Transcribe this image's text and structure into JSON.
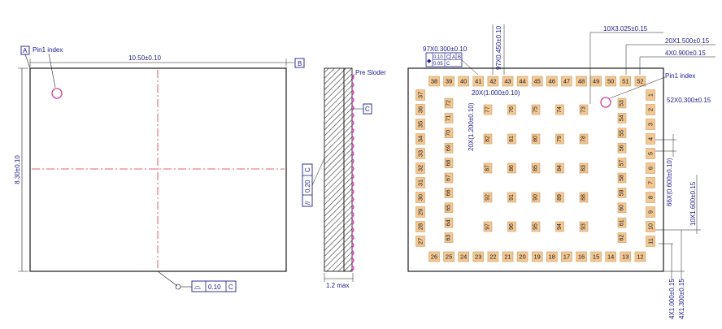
{
  "left_view": {
    "datum_a": "A",
    "datum_b": "B",
    "pin1_label": "Pin1 index",
    "width_dim": "10.50±0.10",
    "height_dim": "8.30±0.10",
    "flatness_symbol": "⌓",
    "flatness_value": "0.10",
    "flatness_datum": "C"
  },
  "side_view": {
    "pre_solder_label": "Pre Sloder",
    "datum_c": "C",
    "parallel_symbol": "//",
    "parallel_value": "0.20",
    "parallel_datum": "C",
    "thickness_dim": "1.2 max"
  },
  "right_view": {
    "pin1_label": "Pin1 index",
    "dim_97x_pad": "97X0.300±0.10",
    "dim_97x_pitch": "97X0.450±0.10",
    "tol_symbol": "◆",
    "tol_row1": [
      "0.10",
      "C",
      "A",
      "B"
    ],
    "tol_row2": [
      "0.05",
      "C"
    ],
    "dim_10x": "10X3.025±0.15",
    "dim_20x_a": "20X1.500±0.15",
    "dim_4x_a": "4X0.900±0.15",
    "dim_20x_b": "20X(1.000±0.10)",
    "dim_20x_c": "20X(1.200±0.10)",
    "dim_52x": "52X0.300±0.15",
    "dim_66x": "66X(0.600±0.10)",
    "dim_10x_b": "10X1.600±0.15",
    "dim_4x_b": "4X1.000±0.15",
    "dim_4x_c": "4X1.300±0.15",
    "top_row": [
      "38",
      "39",
      "40",
      "41",
      "42",
      "43",
      "44",
      "45",
      "46",
      "47",
      "48",
      "49",
      "50",
      "51",
      "52"
    ],
    "bottom_row": [
      "26",
      "25",
      "24",
      "23",
      "22",
      "21",
      "20",
      "19",
      "18",
      "17",
      "16",
      "15",
      "14",
      "13",
      "12"
    ],
    "left_col": [
      "37",
      "36",
      "35",
      "34",
      "33",
      "32",
      "31",
      "30",
      "29",
      "28",
      "27"
    ],
    "right_col": [
      "1",
      "2",
      "3",
      "4",
      "5",
      "6",
      "7",
      "8",
      "9",
      "10",
      "11"
    ],
    "inner_left_col": [
      "72",
      "71",
      "70",
      "69",
      "68",
      "67",
      "66",
      "65",
      "64",
      "63"
    ],
    "inner_right_col": [
      "53",
      "54",
      "55",
      "56",
      "57",
      "58",
      "59",
      "60",
      "61",
      "62"
    ],
    "grid_rows": [
      [
        "77",
        "76",
        "75",
        "74",
        "73"
      ],
      [
        "82",
        "81",
        "80",
        "79",
        "78"
      ],
      [
        "87",
        "86",
        "85",
        "84",
        "83"
      ],
      [
        "92",
        "91",
        "90",
        "89",
        "88"
      ],
      [
        "97",
        "96",
        "95",
        "94",
        "93"
      ]
    ]
  },
  "colors": {
    "line": "#1a1a1a",
    "dim_text": "#1a1a8c",
    "pad_fill": "#f0c896",
    "pad_stroke": "#d99a55",
    "centerline": "#d9304a",
    "pin1_circle": "#d93a9a",
    "solder": "#e23dc8"
  }
}
